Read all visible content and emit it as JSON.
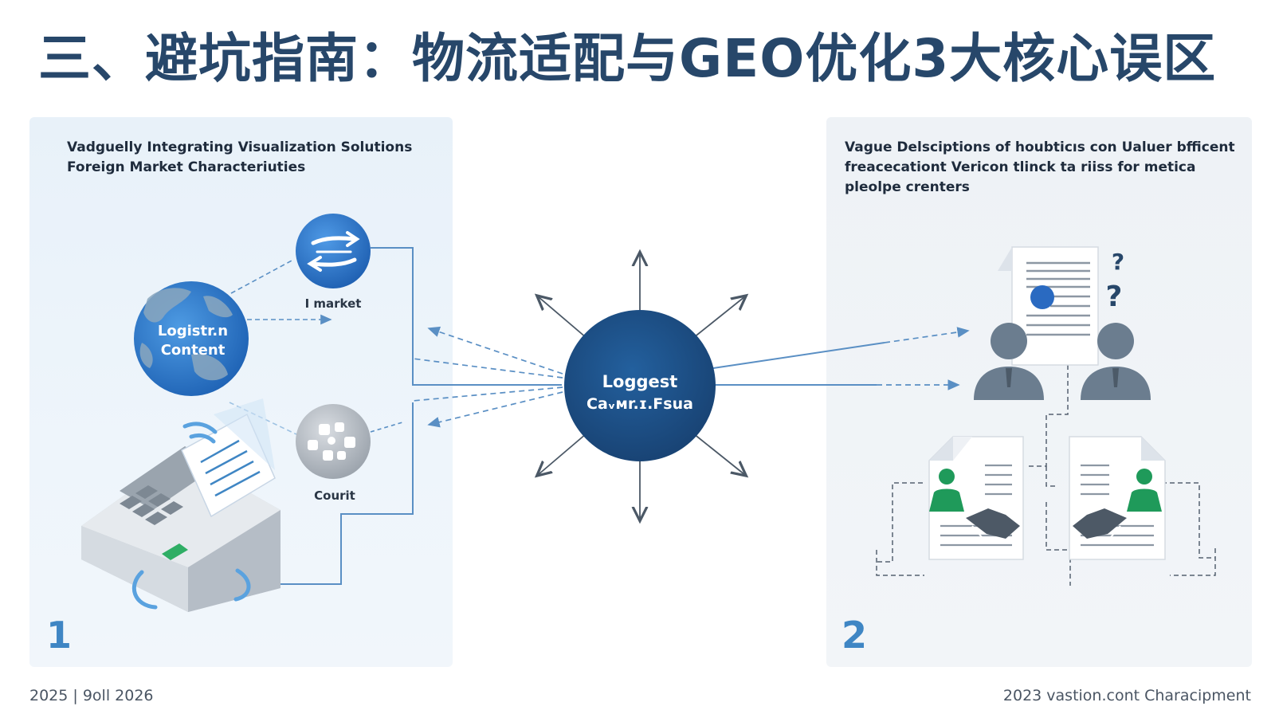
{
  "slide": {
    "title": "三、避坑指南：物流适配与GEO优化3大核心误区"
  },
  "left_panel": {
    "line1": "Vadguelly Integrating Visualization Solutions",
    "line2": "Foreign Market Characteriuties",
    "globe_line1": "Logistr.n",
    "globe_line2": "Content",
    "market_label": "I market",
    "court_label": "Courit",
    "number": "1"
  },
  "center": {
    "line1": "Loggest",
    "line2": "Caᵥмr.ɪ.Fsua"
  },
  "right_panel": {
    "line1": "Vague Delsciptions of houbticıs con Ualuer bfficent",
    "line2": "freacecationt Vericon tlinck ta riiss for metica",
    "line3": "pleolpe crenters",
    "number": "2"
  },
  "footer": {
    "left": "2025 | 9oll 2026",
    "right": "2023 vastion.cont Characipment"
  },
  "colors": {
    "title": "#27476a",
    "hub": "#1d4f86",
    "accent_blue": "#3f86c4",
    "person": "#6b7d8f",
    "green": "#1f9a5a"
  }
}
